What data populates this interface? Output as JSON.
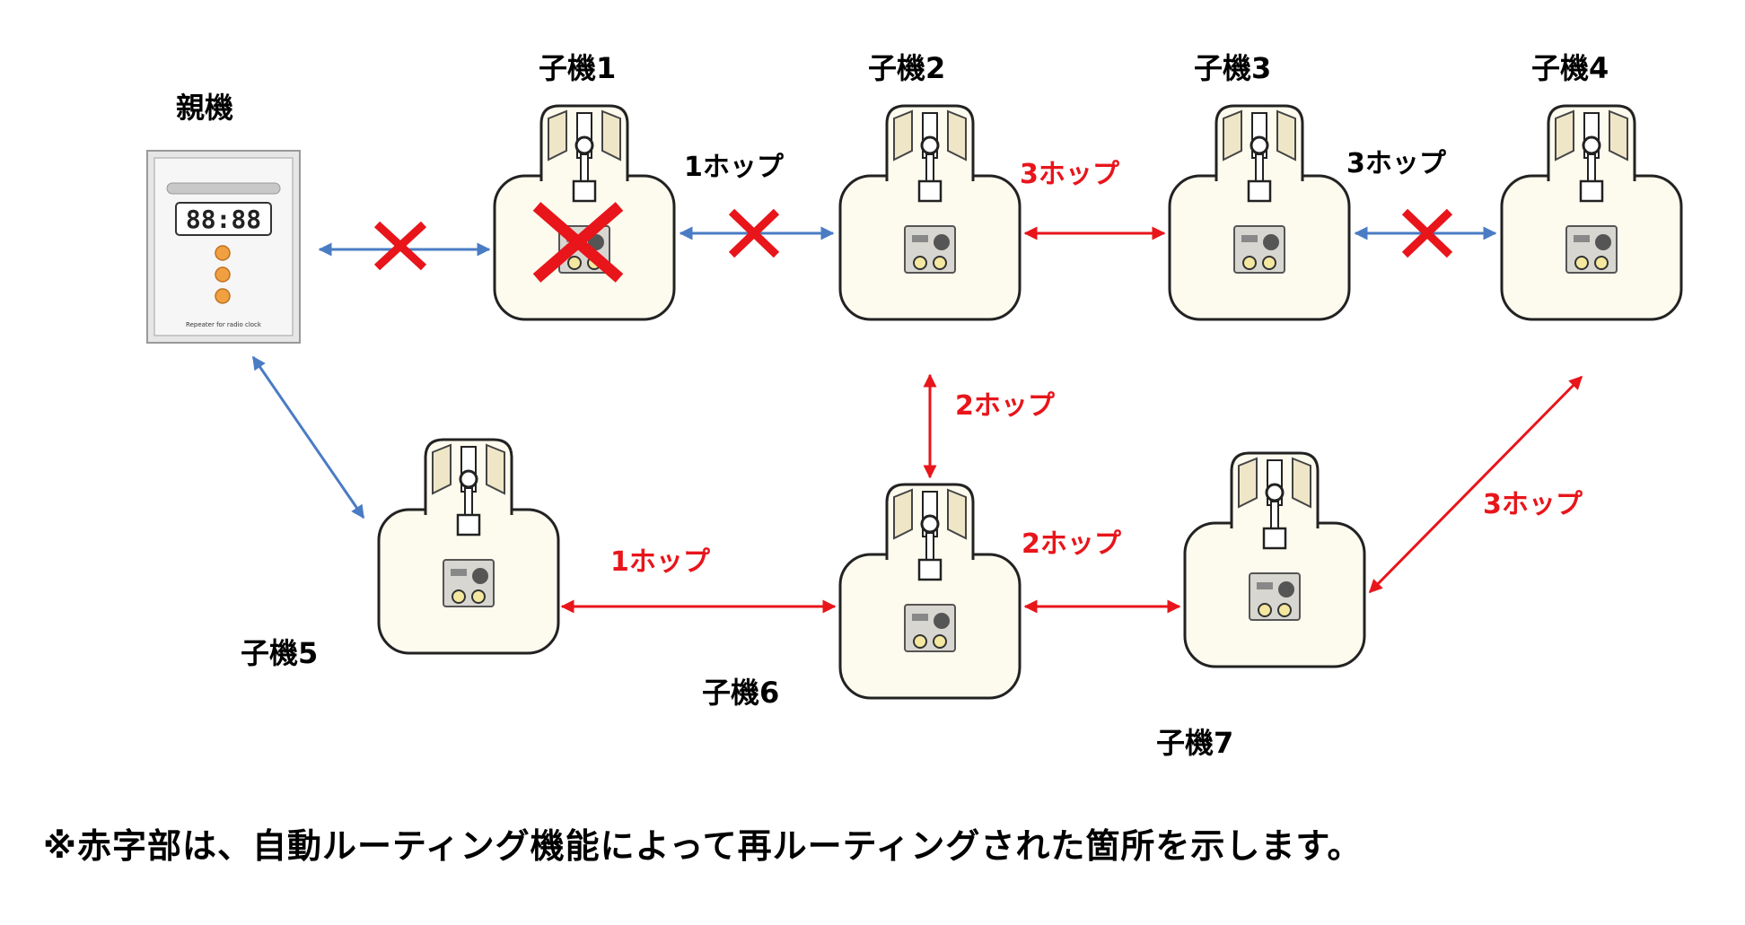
{
  "labels": {
    "parent": "親機",
    "child1": "子機1",
    "child2": "子機2",
    "child3": "子機3",
    "child4": "子機4",
    "child5": "子機5",
    "child6": "子機6",
    "child7": "子機7"
  },
  "hops": {
    "c1_c2": "1ホップ",
    "c2_c3": "3ホップ",
    "c3_c4": "3ホップ",
    "c2_c6": "2ホップ",
    "c5_c6": "1ホップ",
    "c6_c7": "2ホップ",
    "c7_c4": "3ホップ"
  },
  "parent_display": "88:88",
  "parent_caption": "Repeater for radio clock",
  "note": "※赤字部は、自動ルーティング機能によって再ルーティングされた箇所を示します。",
  "colors": {
    "rerouted": "#e8151b",
    "original": "#4a7cc4",
    "device_fill": "#fdfaee",
    "led": "#f0a040",
    "cross": "#e8151b"
  }
}
